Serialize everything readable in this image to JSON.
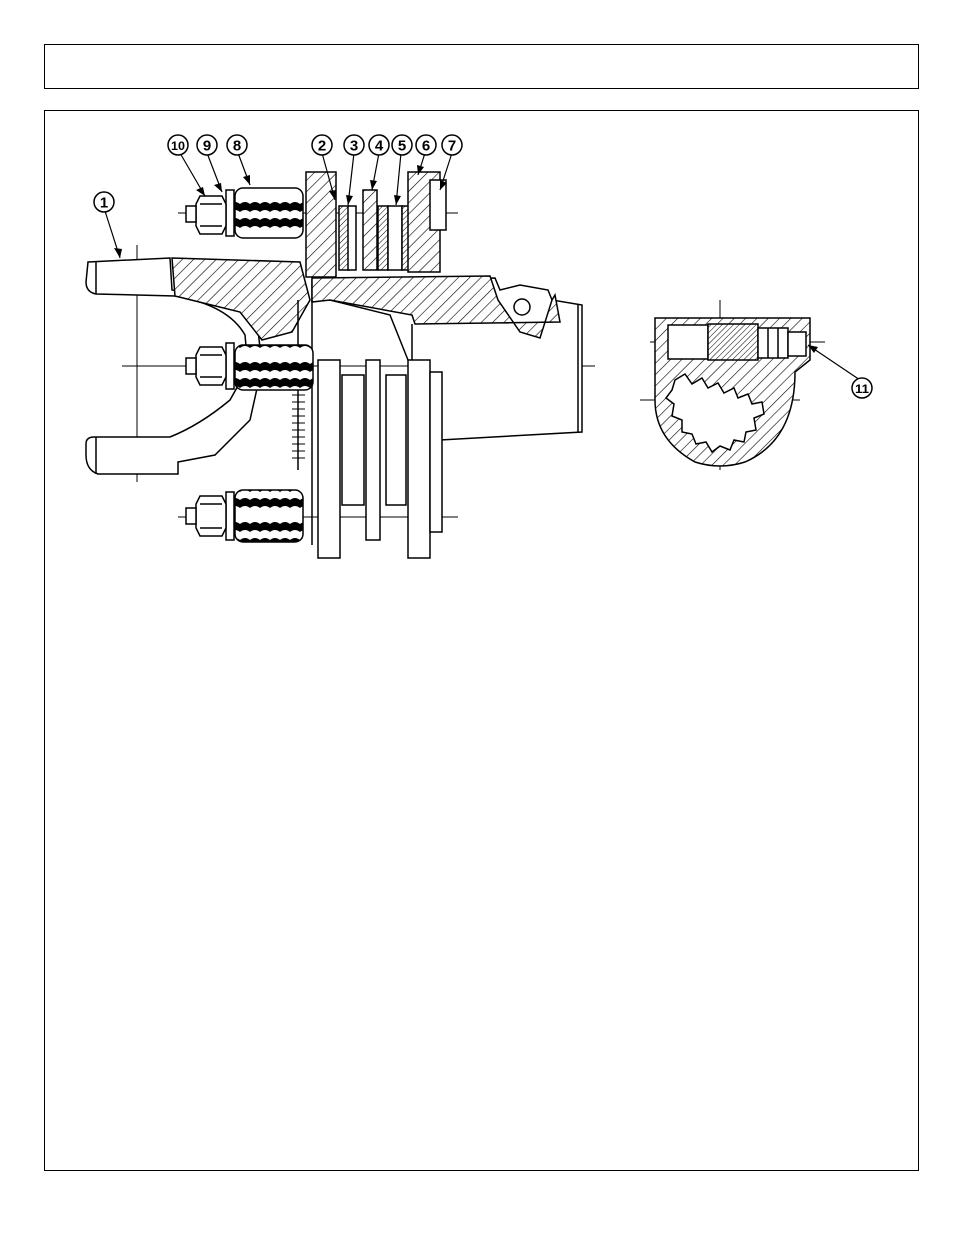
{
  "header": {
    "title": ""
  },
  "diagram": {
    "callouts": [
      {
        "id": "c1",
        "label": "1"
      },
      {
        "id": "c10",
        "label": "10"
      },
      {
        "id": "c9",
        "label": "9"
      },
      {
        "id": "c8",
        "label": "8"
      },
      {
        "id": "c2",
        "label": "2"
      },
      {
        "id": "c3",
        "label": "3"
      },
      {
        "id": "c4",
        "label": "4"
      },
      {
        "id": "c5",
        "label": "5"
      },
      {
        "id": "c6",
        "label": "6"
      },
      {
        "id": "c7",
        "label": "7"
      },
      {
        "id": "c11",
        "label": "11"
      }
    ]
  }
}
